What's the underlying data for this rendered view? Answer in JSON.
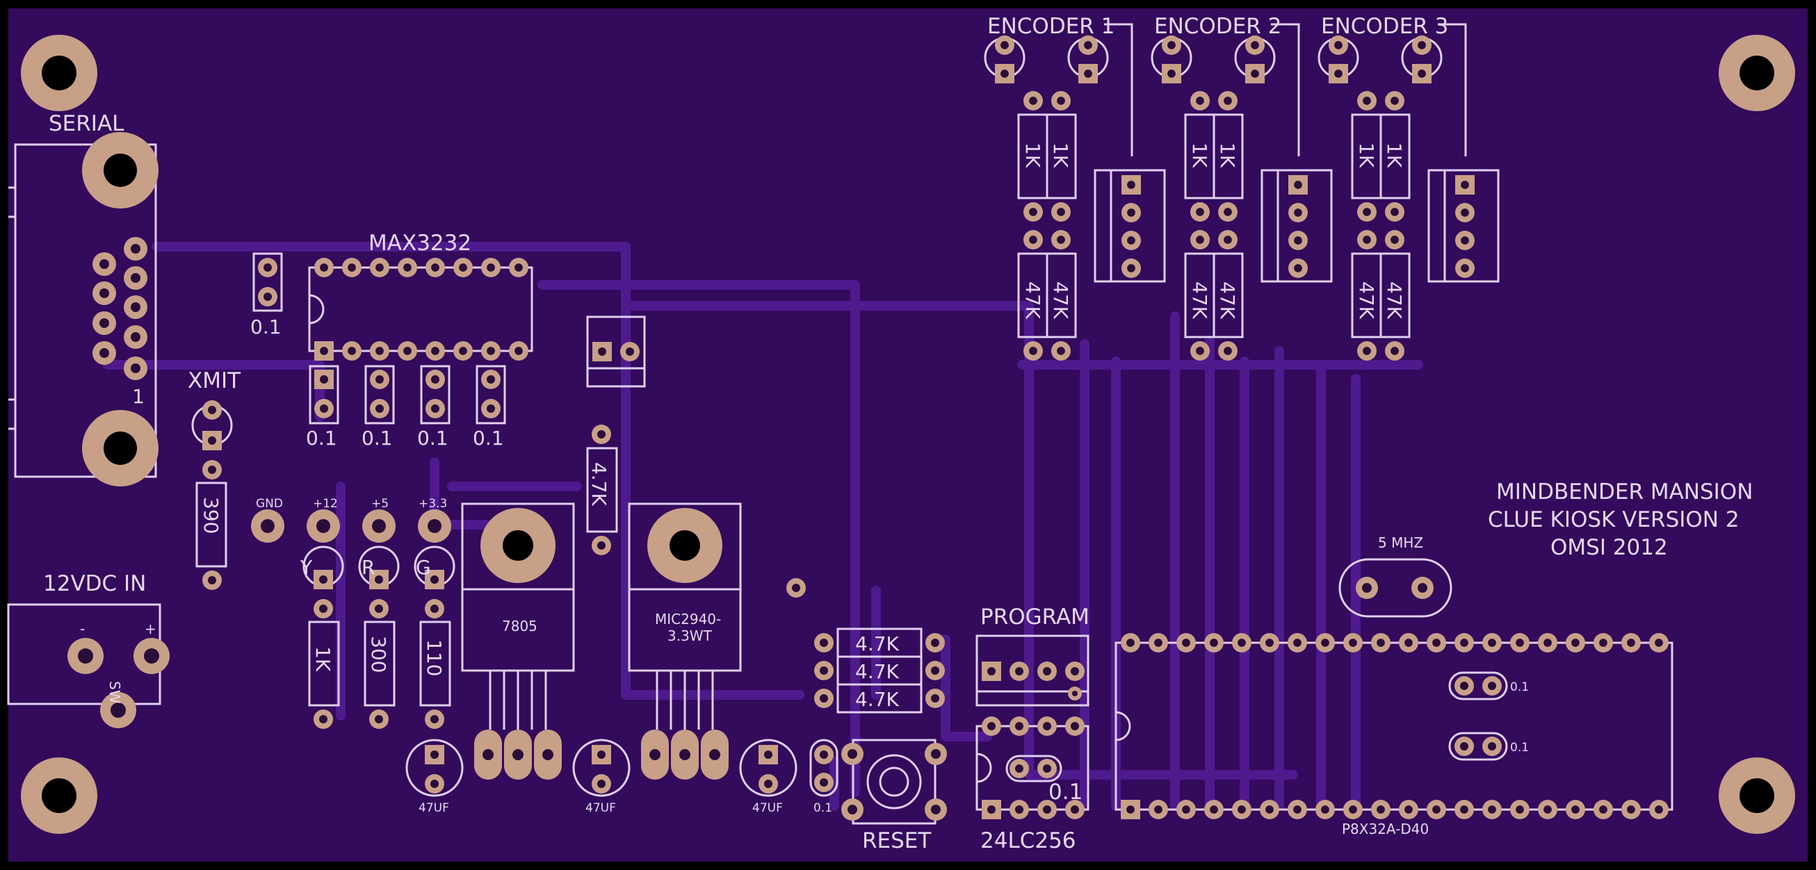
{
  "colors": {
    "board": "#330a5c",
    "board_edge": "#000000",
    "trace": "#4e1a8e",
    "copper_pad": "#c8a088",
    "silkscreen": "#e0cff0"
  },
  "labels": {
    "serial": "SERIAL",
    "max3232": "MAX3232",
    "xmit": "XMIT",
    "pin1": "1",
    "power_in": "12VDC IN",
    "power_minus": "-",
    "power_plus": "+",
    "switch": "SW",
    "gnd": "GND",
    "v12": "+12",
    "v5": "+5",
    "v33": "+3.3",
    "led_y": "Y",
    "led_r": "R",
    "led_g": "G",
    "reg_7805": "7805",
    "reg_mic_line1": "MIC2940-",
    "reg_mic_line2": "3.3WT",
    "program": "PROGRAM",
    "reset": "RESET",
    "eeprom": "24LC256",
    "crystal": "5 MHZ",
    "mcu": "P8X32A-D40",
    "encoder1": "ENCODER 1",
    "encoder2": "ENCODER 2",
    "encoder3": "ENCODER 3",
    "title_line1": "MINDBENDER MANSION",
    "title_line2": "CLUE KIOSK VERSION 2",
    "title_line3": "OMSI 2012"
  },
  "values": {
    "cap_0_1": "0.1",
    "res_1k": "1K",
    "res_47k": "47K",
    "res_4_7k": "4.7K",
    "res_390": "390",
    "res_300": "300",
    "res_110": "110",
    "cap_47uf": "47UF"
  }
}
